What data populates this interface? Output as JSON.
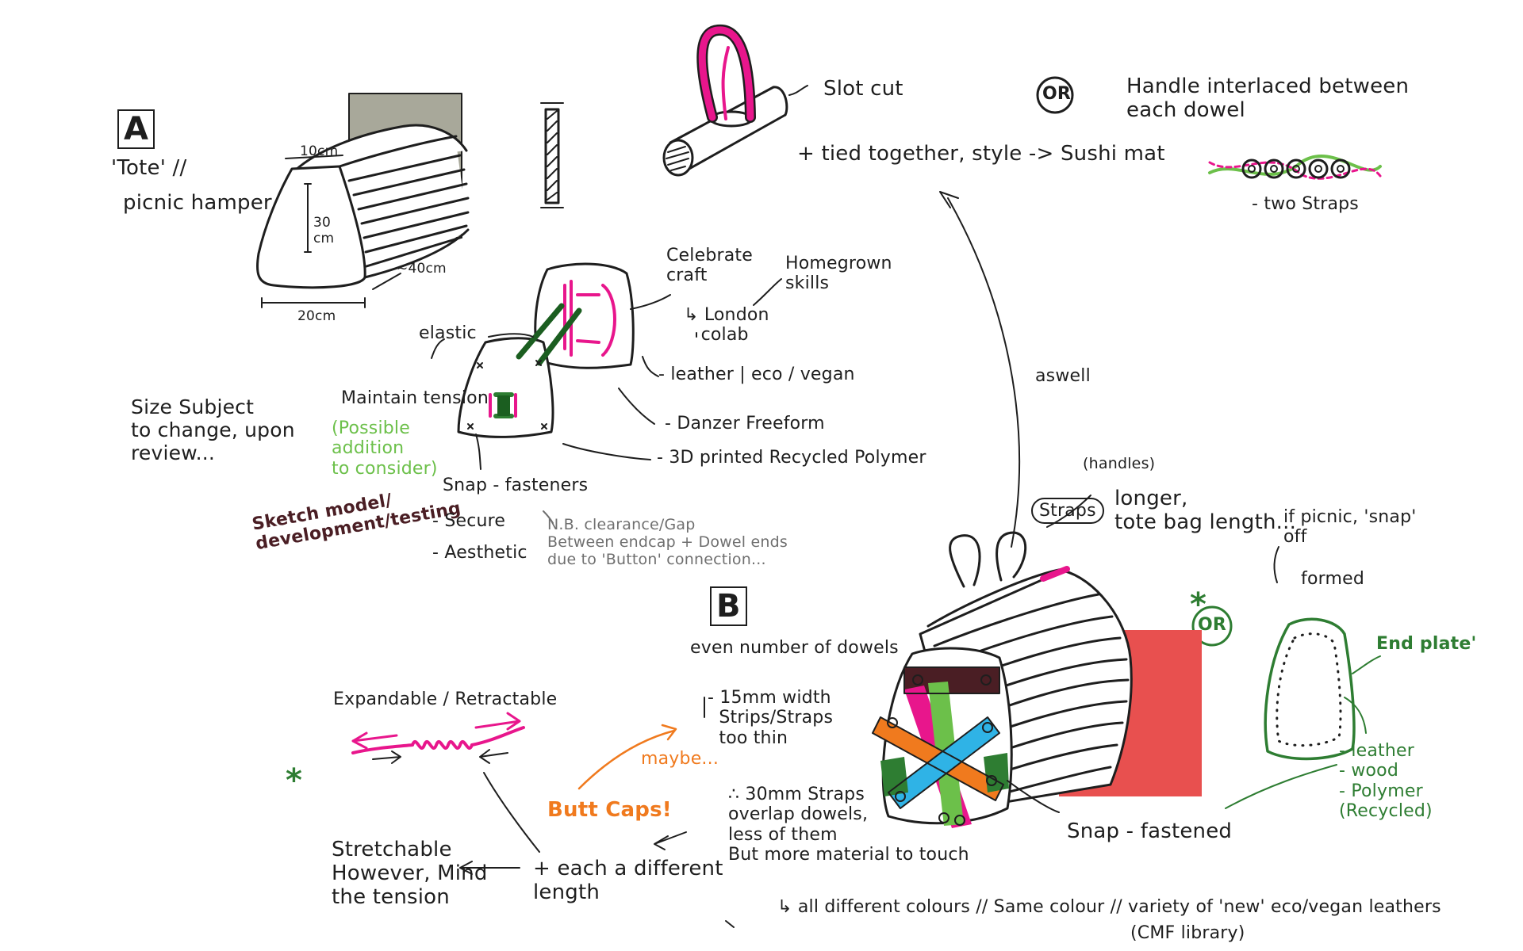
{
  "colors": {
    "ink": "#1e1e1e",
    "pink": "#e8168c",
    "green": "#2e7d32",
    "darkgreen": "#1b5e20",
    "lime": "#6cc04a",
    "grey": "#6f6f6f",
    "maroon": "#4a1e24",
    "orange": "#f07a1e",
    "cyan": "#2fb3e6",
    "red": "#e8504f",
    "panel": "#a8a89a"
  },
  "section_a": {
    "label": "A",
    "tote": "'Tote' //",
    "hamper": "picnic hamper",
    "dim_top": "10cm",
    "dim_height": "30\ncm",
    "dim_length": "~40cm",
    "dim_width": "20cm"
  },
  "size_note": "Size Subject\nto change, upon\nreview...",
  "elastic": "elastic",
  "maintain": "Maintain tension",
  "possible": "(Possible\naddition\nto consider)",
  "sketch_model": "Sketch model/\ndevelopment/testing",
  "snap_fasteners": "Snap - fasteners",
  "secure": "- Secure",
  "aesthetic": "- Aesthetic",
  "nb": "N.B. clearance/Gap\nBetween endcap + Dowel ends\ndue to 'Button' connection...",
  "celebrate": "Celebrate\ncraft",
  "london": "↳ London\n   colab",
  "homegrown": "Homegrown\nskills",
  "leather": "- leather | eco / vegan",
  "danzer": "- Danzer Freeform",
  "printed": "- 3D printed Recycled Polymer",
  "slot_cut": "Slot cut",
  "tied": "+ tied together, style -> Sushi mat",
  "or_badge": "OR",
  "handle": "Handle interlaced between\neach dowel",
  "two_straps": "- two Straps",
  "aswell": "aswell",
  "straps": "Straps",
  "handles": "(handles)",
  "longer": "longer,\ntote bag length...",
  "section_b": "B",
  "even": "even number of dowels",
  "width_15": "- 15mm width\n  Strips/Straps\n  too thin",
  "therefore": "∴ 30mm Straps\noverlap dowels,\nless of them\nBut more material to touch",
  "all_colours": "↳ all different colours // Same colour // variety of 'new' eco/vegan leathers",
  "cmf": "(CMF library)",
  "snap_fastened": "Snap - fastened",
  "if_picnic": "if picnic, 'snap'\noff",
  "formed": "formed",
  "or_badge2": "OR",
  "end_plate": "End plate'",
  "materials": "- leather\n- wood\n- Polymer\n(Recycled)",
  "expandable": "Expandable / Retractable",
  "stretchable": "Stretchable\nHowever, Mind\nthe tension",
  "butt_caps": "Butt Caps!",
  "maybe": "maybe...",
  "each_length": "+ each a different\nlength",
  "star": "*"
}
